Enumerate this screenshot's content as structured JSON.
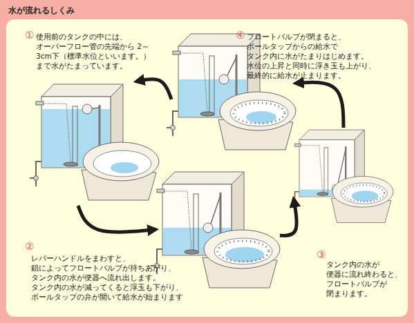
{
  "diagram": {
    "title": "水が流れるしくみ",
    "nodes": [
      {
        "text": [
          "①",
          "使用前のタンクの中には、 オーバーフロー管の先端から 2～3cm下（標準水位といいます。） まで水がたまっています。"
        ]
      },
      {
        "text": [
          "②",
          "レバーハンドルをまわすと、 鎖によってフロートバルブが持ちあがり、 タンク内の水が便器へ流れ出します。 タンク内の水が減ってくると浮玉も下がり、 ボールタップの弁が開いて給水が始まります"
        ]
      },
      {
        "text": [
          "③",
          "タンク内の水が 便器に流れ終わると、 フロートバルブが 閉まります。"
        ]
      },
      {
        "text": [
          "④",
          "フロートバルブが閉まると、 ボールタップからの給水で タンク内に水がたまりはじめます。 水位の上昇と同時に浮き玉も上がり、 最終的に給水が止まります。"
        ]
      }
    ],
    "edges": [
      {
        "from": 0,
        "to": 1,
        "arrow": "to"
      },
      {
        "from": 1,
        "to": 2,
        "arrow": "to"
      },
      {
        "from": 2,
        "to": 3,
        "arrow": "to"
      },
      {
        "from": 3,
        "to": 0,
        "arrow": "to"
      }
    ]
  }
}
